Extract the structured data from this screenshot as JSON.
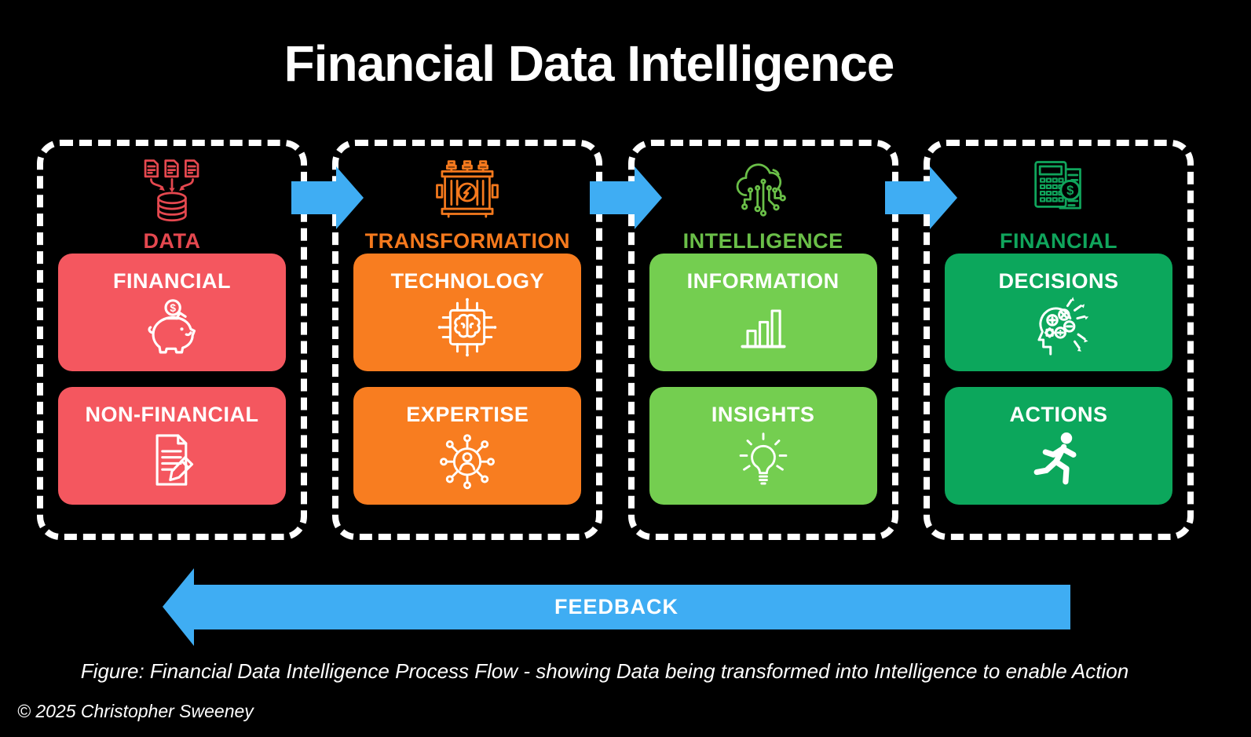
{
  "title": "Financial Data Intelligence",
  "caption": "Figure: Financial Data Intelligence Process Flow - showing Data being transformed into Intelligence to enable Action",
  "copyright": "© 2025 Christopher Sweeney",
  "flow": {
    "direction": "right",
    "color": "#3fadf3",
    "icon": "right-arrow-icon"
  },
  "feedback": {
    "label": "FEEDBACK",
    "direction": "left",
    "color": "#3fadf3",
    "icon": "left-arrow-icon"
  },
  "colors": {
    "background": "#000000",
    "border": "#ffffff",
    "text": "#ffffff"
  },
  "columns": [
    {
      "heading": "DATA",
      "heading_color": "#e5484f",
      "box_color": "#f4575f",
      "icon": "data-sources-icon",
      "boxes": [
        {
          "label": "FINANCIAL",
          "icon": "piggy-bank-icon"
        },
        {
          "label": "NON-FINANCIAL",
          "icon": "document-pencil-icon"
        }
      ]
    },
    {
      "heading": "TRANSFORMATION",
      "heading_color": "#f5791d",
      "box_color": "#f87d20",
      "icon": "transformer-icon",
      "boxes": [
        {
          "label": "TECHNOLOGY",
          "icon": "chip-brain-icon"
        },
        {
          "label": "EXPERTISE",
          "icon": "network-person-icon"
        }
      ]
    },
    {
      "heading": "INTELLIGENCE",
      "heading_color": "#6abf48",
      "box_color": "#74ce50",
      "icon": "cloud-circuit-icon",
      "boxes": [
        {
          "label": "INFORMATION",
          "icon": "bar-chart-icon"
        },
        {
          "label": "INSIGHTS",
          "icon": "lightbulb-icon"
        }
      ]
    },
    {
      "heading": "FINANCIAL",
      "heading_color": "#10a55c",
      "box_color": "#0ca75c",
      "icon": "calculator-finance-icon",
      "boxes": [
        {
          "label": "DECISIONS",
          "icon": "head-calculations-icon"
        },
        {
          "label": "ACTIONS",
          "icon": "runner-icon"
        }
      ]
    }
  ]
}
